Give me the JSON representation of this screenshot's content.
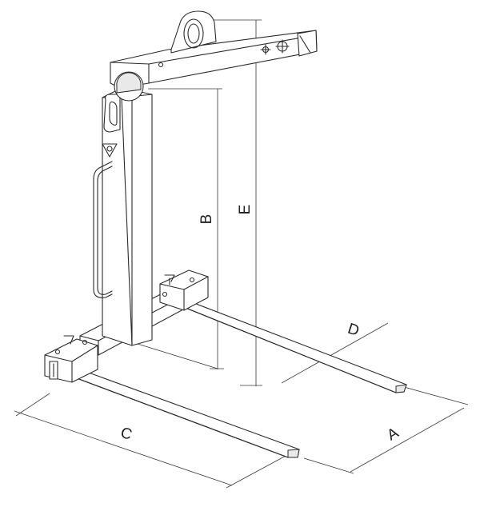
{
  "diagram": {
    "dimensions": {
      "A": "A",
      "B": "B",
      "C": "C",
      "D": "D",
      "E": "E"
    }
  }
}
